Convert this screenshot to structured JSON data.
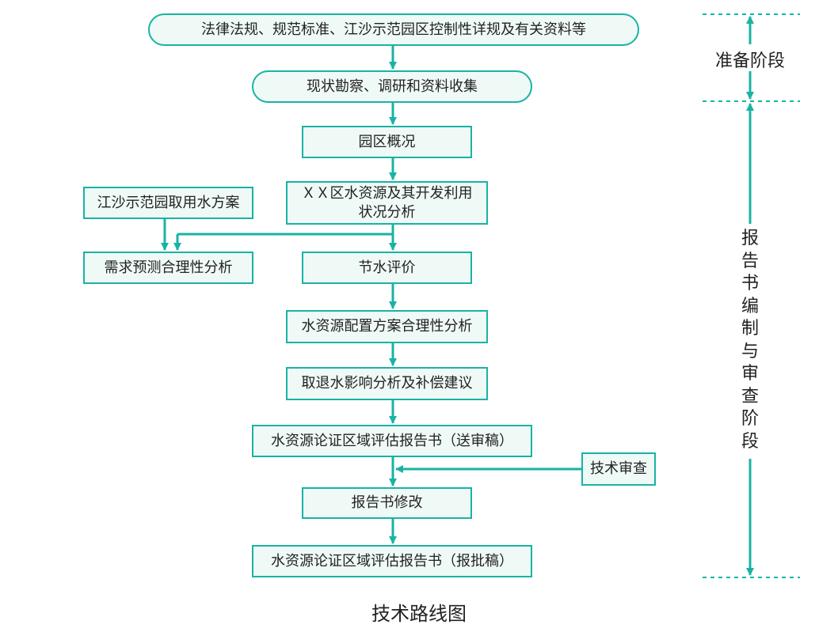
{
  "nodes": {
    "laws": "法律法规、规范标准、江沙示范园区控制性详规及有关资料等",
    "survey": "现状勘察、调研和资料收集",
    "overview": "园区概况",
    "water_resources": "ＸＸ区水资源及其开发利用\n状况分析",
    "water_plan": "江沙示范园取用水方案",
    "demand": "需求预测合理性分析",
    "saving": "节水评价",
    "allocation": "水资源配置方案合理性分析",
    "impact": "取退水影响分析及补偿建议",
    "report_review": "水资源论证区域评估报告书（送审稿）",
    "tech_review": "技术审查",
    "revise": "报告书修改",
    "report_final": "水资源论证区域评估报告书（报批稿）"
  },
  "phases": {
    "prep": "准备阶段",
    "compile": "报告书编制与审查阶段"
  },
  "caption": "技术路线图",
  "colors": {
    "accent": "#19b3a4",
    "fill": "#effaf7"
  }
}
